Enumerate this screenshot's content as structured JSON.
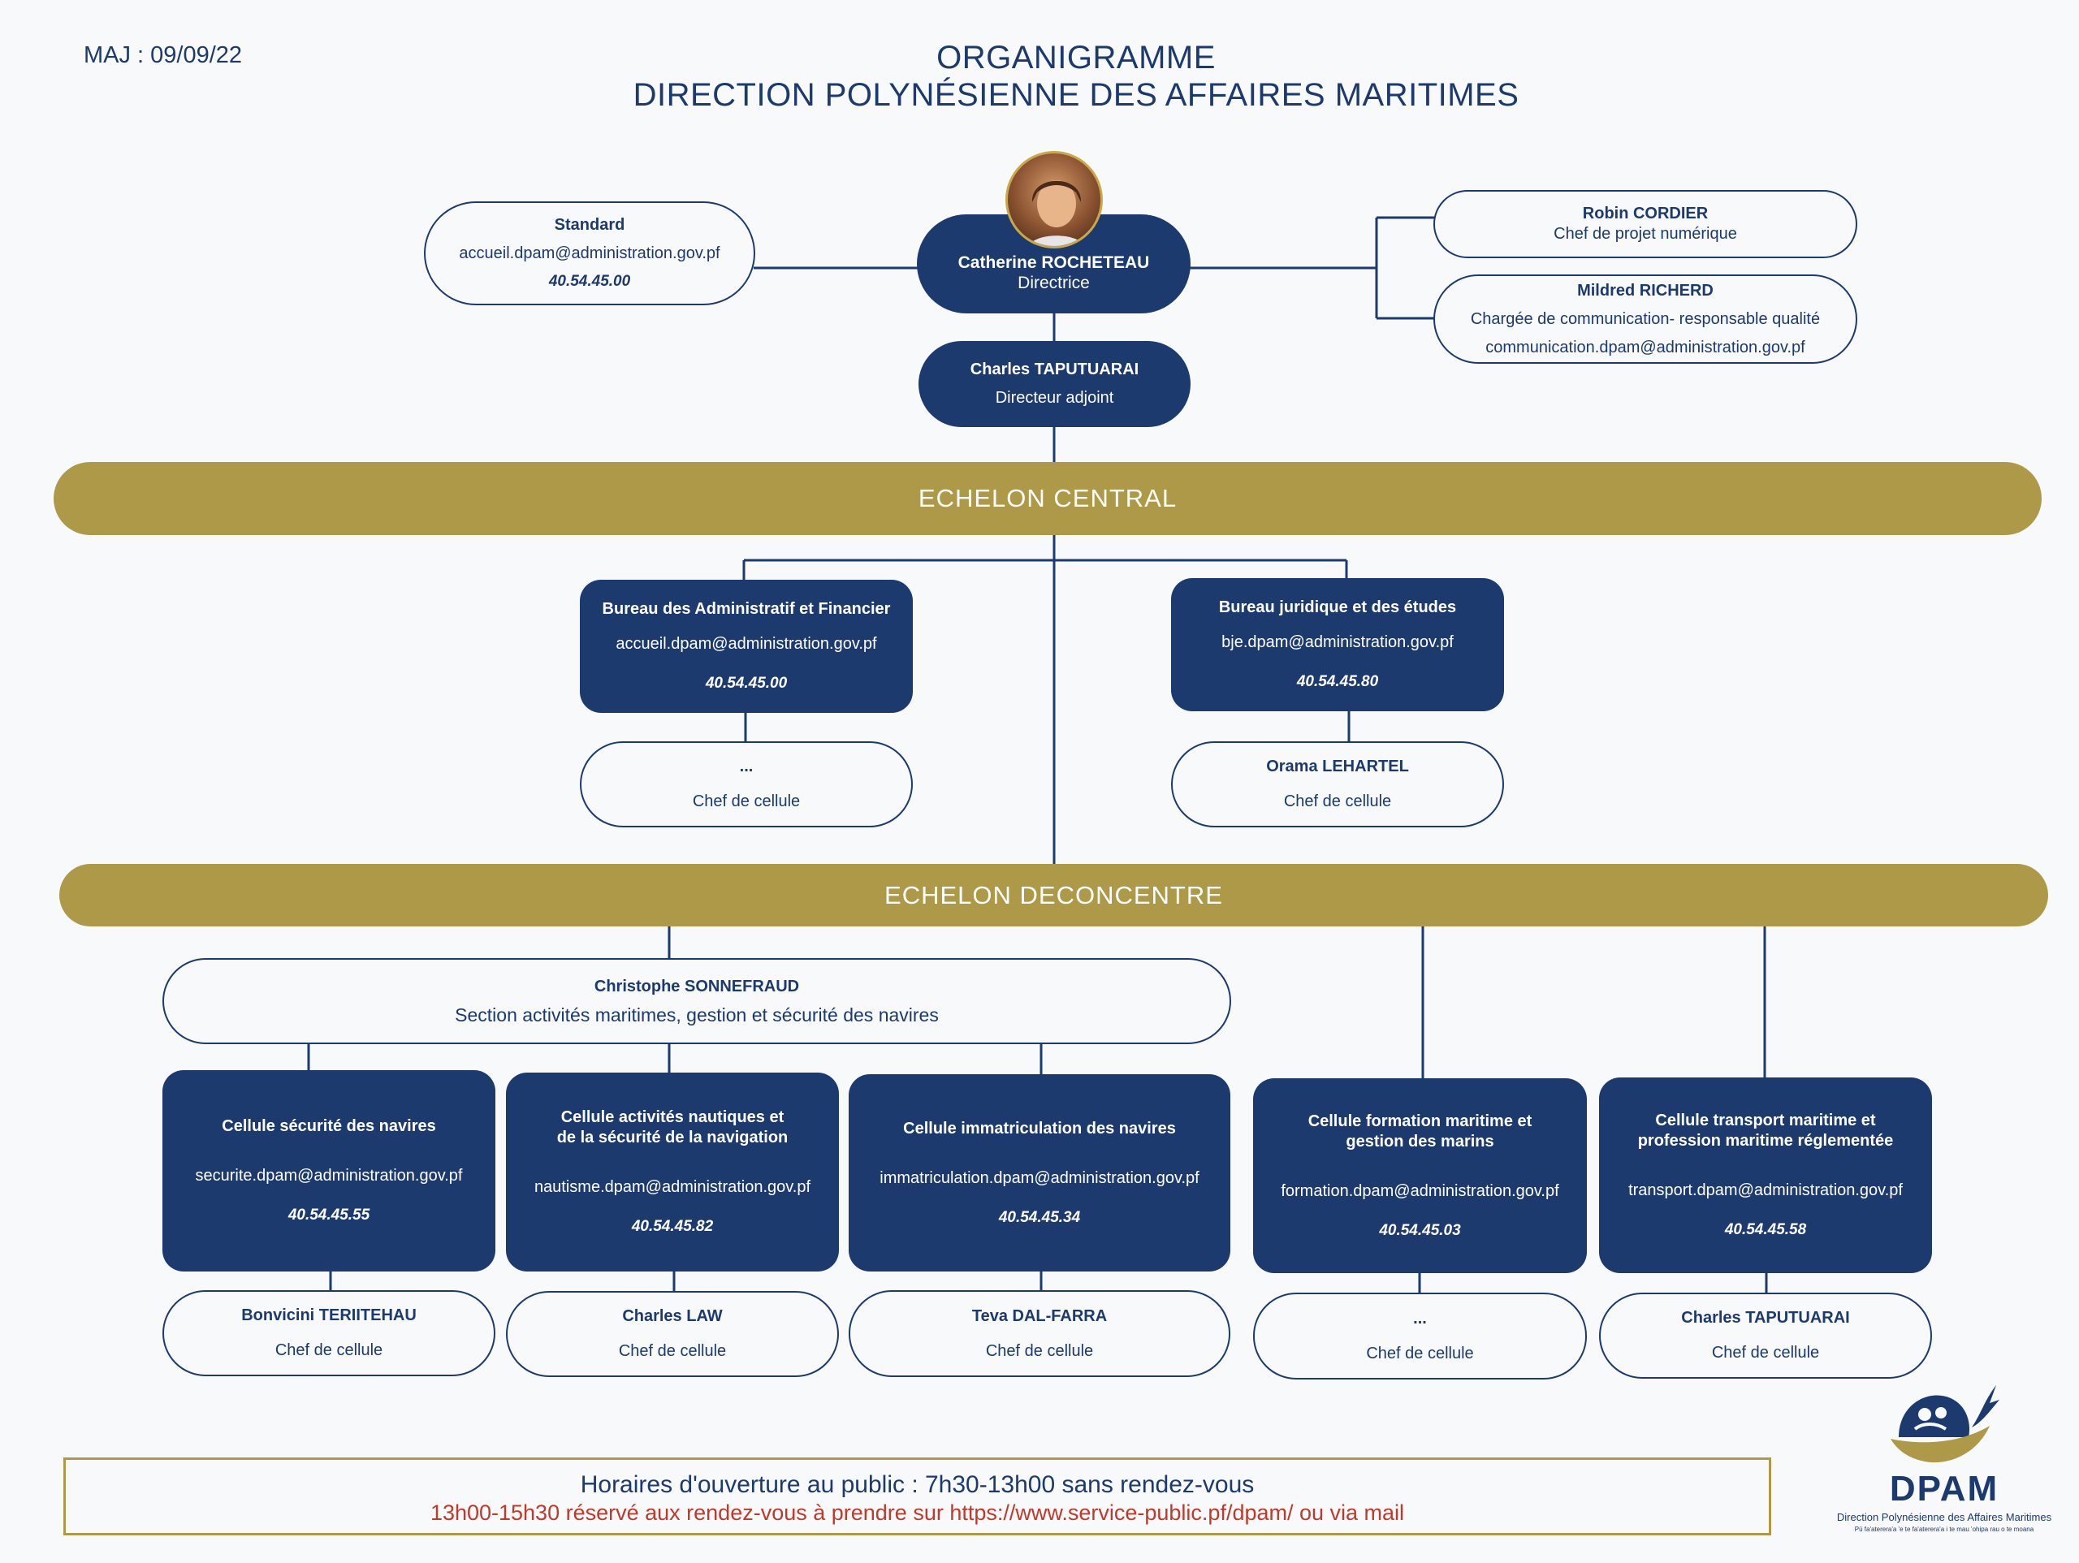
{
  "maj": "MAJ : 09/09/22",
  "title": {
    "line1": "ORGANIGRAMME",
    "line2": "DIRECTION POLYNÉSIENNE DES AFFAIRES MARITIMES"
  },
  "standard": {
    "name": "Standard",
    "email": "accueil.dpam@administration.gov.pf",
    "phone": "40.54.45.00"
  },
  "director": {
    "name": "Catherine ROCHETEAU",
    "role": "Directrice"
  },
  "deputy": {
    "name": "Charles TAPUTUARAI",
    "role": "Directeur adjoint"
  },
  "advisors": [
    {
      "name": "Robin CORDIER",
      "role": "Chef de projet numérique"
    },
    {
      "name": "Mildred RICHERD",
      "role": "Chargée de communication- responsable qualité",
      "email": "communication.dpam@administration.gov.pf"
    }
  ],
  "echelon_central": "ECHELON CENTRAL",
  "echelon_deconcentre": "ECHELON DECONCENTRE",
  "bureaux": [
    {
      "title": "Bureau des Administratif et Financier",
      "email": "accueil.dpam@administration.gov.pf",
      "phone": "40.54.45.00",
      "chef": {
        "name": "...",
        "role": "Chef de cellule"
      }
    },
    {
      "title": "Bureau juridique et des études",
      "email": "bje.dpam@administration.gov.pf",
      "phone": "40.54.45.80",
      "chef": {
        "name": "Orama LEHARTEL",
        "role": "Chef de cellule"
      }
    }
  ],
  "section": {
    "name": "Christophe SONNEFRAUD",
    "title": "Section activités maritimes, gestion et sécurité des navires"
  },
  "cellules": [
    {
      "title_line1": "Cellule sécurité des navires",
      "title_line2": "",
      "email": "securite.dpam@administration.gov.pf",
      "phone": "40.54.45.55",
      "chef": {
        "name": "Bonvicini TERIITEHAU",
        "role": "Chef de cellule"
      }
    },
    {
      "title_line1": "Cellule activités nautiques et",
      "title_line2": "de la sécurité de la navigation",
      "email": "nautisme.dpam@administration.gov.pf",
      "phone": "40.54.45.82",
      "chef": {
        "name": "Charles LAW",
        "role": "Chef de cellule"
      }
    },
    {
      "title_line1": "Cellule immatriculation des navires",
      "title_line2": "",
      "email": "immatriculation.dpam@administration.gov.pf",
      "phone": "40.54.45.34",
      "chef": {
        "name": "Teva DAL-FARRA",
        "role": "Chef de cellule"
      }
    },
    {
      "title_line1": "Cellule formation maritime et",
      "title_line2": "gestion des marins",
      "email": "formation.dpam@administration.gov.pf",
      "phone": "40.54.45.03",
      "chef": {
        "name": "...",
        "role": "Chef de cellule"
      }
    },
    {
      "title_line1": "Cellule transport maritime et",
      "title_line2": "profession maritime réglementée",
      "email": "transport.dpam@administration.gov.pf",
      "phone": "40.54.45.58",
      "chef": {
        "name": "Charles TAPUTUARAI",
        "role": "Chef de cellule"
      }
    }
  ],
  "hours": {
    "line1": "Horaires d'ouverture au public : 7h30-13h00 sans rendez-vous",
    "line2": "13h00-15h30 réservé aux rendez-vous à prendre sur https://www.service-public.pf/dpam/ ou via mail"
  },
  "logo": {
    "acronym": "DPAM",
    "full_name": "Direction Polynésienne des Affaires Maritimes",
    "tagline": "Pū fa'aterera'a 'e te fa'aterera'a i te mau 'ohipa rau o te moana"
  },
  "colors": {
    "navy": "#1c3a6e",
    "gold": "#ad9947",
    "red": "#c0392b"
  }
}
